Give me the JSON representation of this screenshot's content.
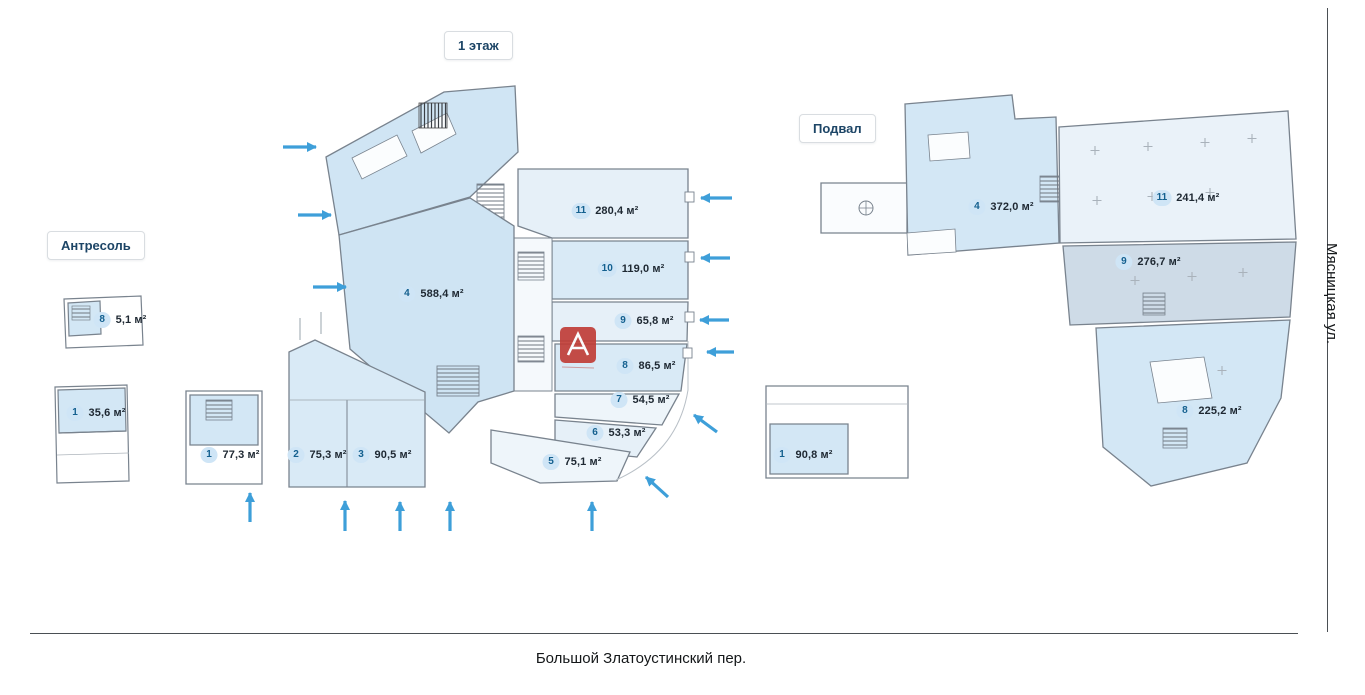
{
  "colors": {
    "arrow_blue": "#3e9fd9",
    "room_fill_main": "#d0e5f4",
    "room_fill_light": "#e6f0f8",
    "room_fill_lighter": "#eef5fa",
    "room_fill_gray": "#cedbe7",
    "wall_outline": "#79838e",
    "badge_bg": "#cfe5f6",
    "badge_text": "#14608f",
    "label_text": "#1d4566",
    "street_text": "#141719",
    "logo_red": "#c03a34"
  },
  "floors": {
    "first": {
      "label": "1 этаж",
      "rooms": [
        {
          "num": "11",
          "area": "280,4 м²"
        },
        {
          "num": "4",
          "area": "588,4 м²"
        },
        {
          "num": "10",
          "area": "119,0 м²"
        },
        {
          "num": "9",
          "area": "65,8 м²"
        },
        {
          "num": "8",
          "area": "86,5 м²"
        },
        {
          "num": "7",
          "area": "54,5 м²"
        },
        {
          "num": "6",
          "area": "53,3 м²"
        },
        {
          "num": "5",
          "area": "75,1 м²"
        },
        {
          "num": "1",
          "area": "77,3 м²"
        },
        {
          "num": "2",
          "area": "75,3 м²"
        },
        {
          "num": "3",
          "area": "90,5 м²"
        }
      ]
    },
    "mezzanine": {
      "label": "Антресоль",
      "rooms": [
        {
          "num": "8",
          "area": "5,1 м²"
        },
        {
          "num": "1",
          "area": "35,6 м²"
        }
      ]
    },
    "basement": {
      "label": "Подвал",
      "rooms": [
        {
          "num": "4",
          "area": "372,0 м²"
        },
        {
          "num": "11",
          "area": "241,4 м²"
        },
        {
          "num": "9",
          "area": "276,7 м²"
        },
        {
          "num": "8",
          "area": "225,2 м²"
        },
        {
          "num": "1",
          "area": "90,8 м²"
        }
      ]
    }
  },
  "streets": {
    "right": "Мясницкая ул.",
    "bottom": "Большой Златоустинский пер."
  }
}
